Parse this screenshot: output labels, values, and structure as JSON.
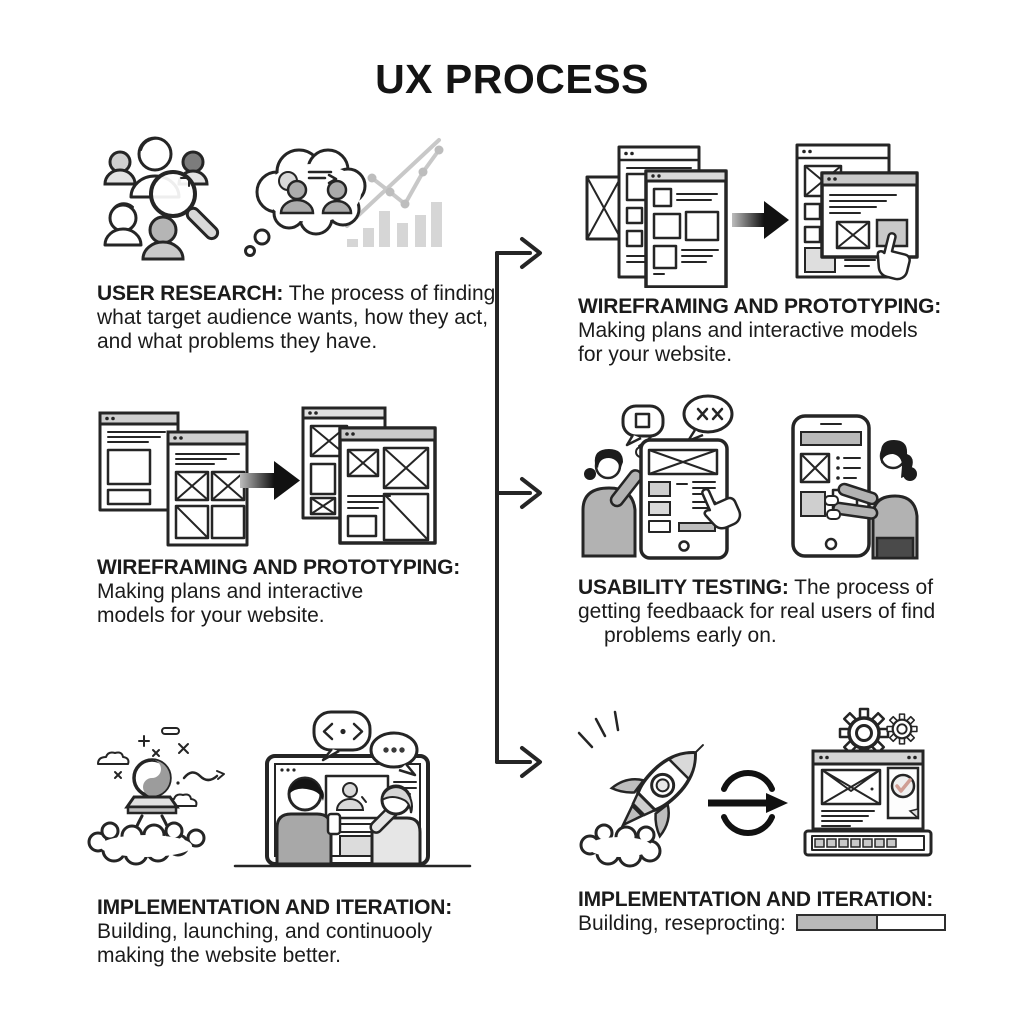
{
  "title": "UX PROCESS",
  "colors": {
    "ink": "#1b1b1b",
    "panel_gray": "#c9c9c9",
    "light_gray": "#d9d9d9",
    "mid_gray": "#a9a9a9",
    "progress_fill": "#b9b9b9"
  },
  "connector": {
    "direction": "left-to-right",
    "arrow_count": 3
  },
  "sections": [
    {
      "id": "user-research",
      "column": "left",
      "heading": "USER RESEARCH:",
      "heading_inline": true,
      "lines": [
        "The process of finding",
        "what target audience wants, how they act,",
        "and what problems they have."
      ],
      "icons": [
        "people-group-icon",
        "magnifier-icon",
        "discussion-thought-bubble-icon",
        "bar-chart-icon"
      ]
    },
    {
      "id": "wireframing-left",
      "column": "left",
      "heading": "WIREFRAMING AND PROTOTYPING:",
      "heading_inline": false,
      "lines": [
        "Making plans and interactive",
        "models for your website."
      ],
      "icons": [
        "wireframe-pages-icon",
        "arrow-right-icon",
        "wireframe-pages-detailed-icon"
      ]
    },
    {
      "id": "implementation-left",
      "column": "left",
      "heading": "IMPLEMENTATION AND ITERATION:",
      "heading_inline": false,
      "lines": [
        "Building, launching, and continuooly",
        "making the website better."
      ],
      "icons": [
        "launch-orb-icon",
        "team-at-screen-icon",
        "code-bubble-icon",
        "typing-bubble-icon"
      ]
    },
    {
      "id": "wireframing-right",
      "column": "right",
      "heading": "WIREFRAMING AND PROTOTYPING:",
      "heading_inline": false,
      "lines": [
        "Making plans and interactive models",
        "for your website."
      ],
      "icons": [
        "wireframe-stack-icon",
        "arrow-right-icon",
        "prototype-click-icon"
      ]
    },
    {
      "id": "usability-testing",
      "column": "right",
      "heading": "USABILITY TESTING:",
      "heading_inline": true,
      "indent_last": true,
      "lines": [
        "The process of",
        "getting feedbaack for real users of find",
        "problems early on."
      ],
      "icons": [
        "speech-bubble-square-icon",
        "speech-bubble-xx-icon",
        "tester-with-tablet-icon",
        "hand-cursor-icon",
        "tester-with-phone-icon"
      ]
    },
    {
      "id": "implementation-right",
      "column": "right",
      "heading": "IMPLEMENTATION AND ITERATION:",
      "heading_inline": false,
      "lines": [
        "Building, reseprocting:"
      ],
      "progress": {
        "percent": 55
      },
      "icons": [
        "rocket-icon",
        "sync-arrow-icon",
        "browser-gears-icon",
        "check-badge-icon"
      ]
    }
  ]
}
